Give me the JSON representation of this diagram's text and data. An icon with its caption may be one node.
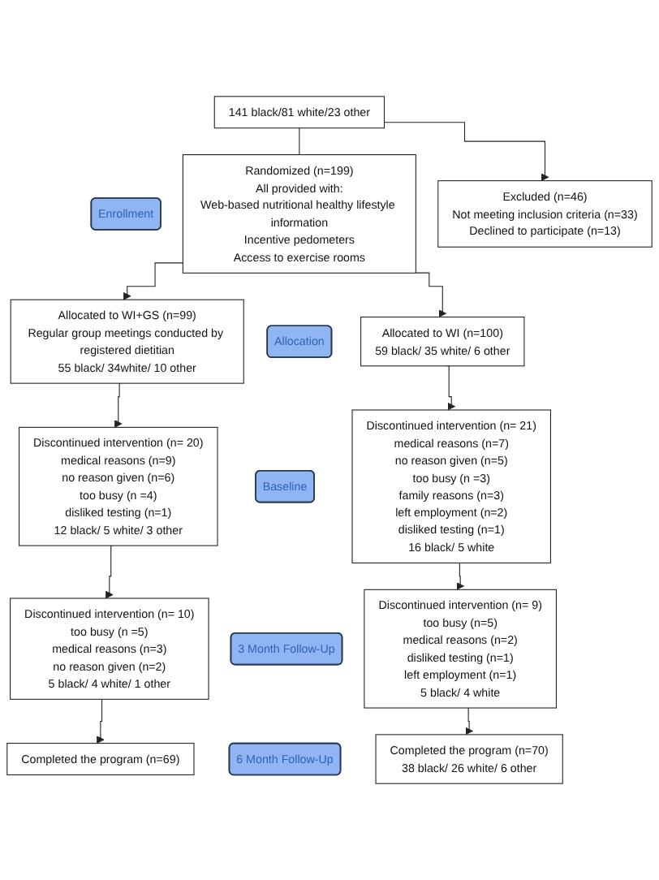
{
  "diagram": {
    "nodes": [
      {
        "text": [
          "141 black/81 white/23 other"
        ]
      },
      {
        "text": [
          "Excluded (n=46)",
          "Not meeting inclusion criteria (n=33)",
          "Declined to participate (n=13)"
        ]
      },
      {
        "text": [
          "Enrollment"
        ]
      },
      {
        "text": [
          "Randomized (n=199)",
          "All provided with:",
          "Web-based nutritional healthy lifestyle information",
          "Incentive pedometers",
          "Access to exercise rooms"
        ]
      },
      {
        "text": [
          "Allocation"
        ]
      },
      {
        "text": [
          "Allocated to WI+GS (n=99)",
          "Regular group meetings conducted by registered dietitian",
          "55 black/ 34white/ 10 other"
        ]
      },
      {
        "text": [
          "Allocated to WI (n=100)",
          "59 black/ 35 white/ 6 other"
        ]
      },
      {
        "text": [
          "Baseline"
        ]
      },
      {
        "text": [
          "Discontinued intervention (n= 20)",
          "medical reasons (n=9)",
          "no reason given (n=6)",
          "too busy (n =4)",
          "disliked testing (n=1)",
          "12 black/ 5 white/ 3 other"
        ]
      },
      {
        "text": [
          "Discontinued intervention (n= 21)",
          "medical reasons (n=7)",
          "no reason given (n=5)",
          "too busy (n =3)",
          "family reasons (n=3)",
          "left employment (n=2)",
          "disliked testing (n=1)",
          "16 black/ 5 white"
        ]
      },
      {
        "text": [
          "3 Month Follow-Up"
        ]
      },
      {
        "text": [
          "Discontinued intervention (n= 10)",
          "too busy (n =5)",
          "medical reasons (n=3)",
          "no reason given (n=2)",
          "5 black/ 4 white/ 1 other"
        ]
      },
      {
        "text": [
          "Discontinued intervention (n= 9)",
          "too busy (n=5)",
          "medical reasons (n=2)",
          "disliked testing (n=1)",
          "left employment (n=1)",
          "5 black/ 4 white"
        ]
      },
      {
        "text": [
          "6 Month Follow-Up"
        ]
      },
      {
        "text": [
          "Completed the program (n=69)"
        ]
      },
      {
        "text": [
          "Completed the program (n=70)",
          "38 black/ 26 white/ 6 other"
        ]
      }
    ],
    "edges": [
      {
        "from": 0,
        "to": 1,
        "arrow": "to"
      },
      {
        "from": 0,
        "to": 3,
        "arrow": "none"
      },
      {
        "from": 3,
        "to": 5,
        "arrow": "to"
      },
      {
        "from": 3,
        "to": 6,
        "arrow": "to"
      },
      {
        "from": 5,
        "to": 8,
        "arrow": "to"
      },
      {
        "from": 6,
        "to": 9,
        "arrow": "to"
      },
      {
        "from": 8,
        "to": 11,
        "arrow": "to"
      },
      {
        "from": 9,
        "to": 12,
        "arrow": "to"
      },
      {
        "from": 11,
        "to": 14,
        "arrow": "to"
      },
      {
        "from": 12,
        "to": 15,
        "arrow": "to"
      }
    ]
  }
}
